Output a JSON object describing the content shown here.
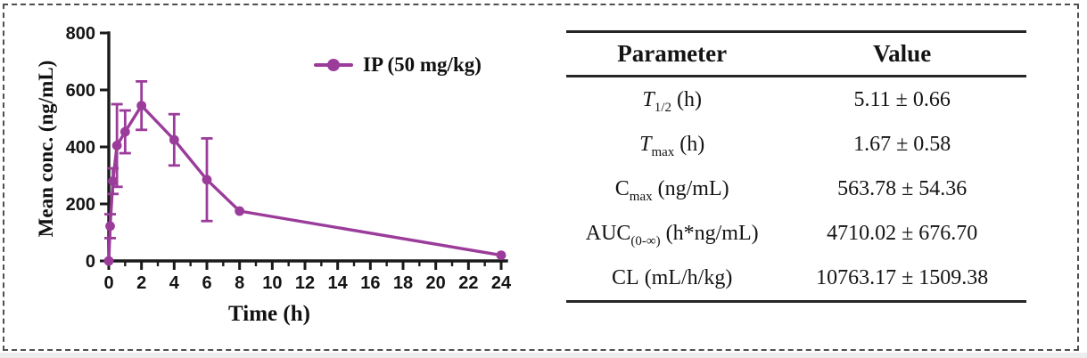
{
  "frame": {
    "border_color": "#4f4f4f",
    "background": "#ffffff"
  },
  "chart_data": {
    "type": "line",
    "title": "",
    "xlabel": "Time (h)",
    "ylabel": "Mean conc. (ng/mL)",
    "xlim": [
      0,
      24
    ],
    "ylim": [
      0,
      800
    ],
    "xticks": [
      0,
      2,
      4,
      6,
      8,
      10,
      12,
      14,
      16,
      18,
      20,
      22,
      24
    ],
    "xticks_minor": [
      1,
      3,
      5,
      7,
      9,
      11,
      13,
      15,
      17,
      19,
      21,
      23
    ],
    "yticks": [
      0,
      200,
      400,
      600,
      800
    ],
    "grid": false,
    "legend_position": "top-right",
    "axis_color": "#1a1a1a",
    "series": [
      {
        "name": "IP (50 mg/kg)",
        "color": "#9B3C9B",
        "marker": "circle",
        "x": [
          0,
          0.083,
          0.25,
          0.5,
          1,
          2,
          4,
          6,
          8,
          24
        ],
        "y": [
          0,
          122,
          280,
          405,
          453,
          545,
          425,
          285,
          175,
          20
        ],
        "yerr": [
          0,
          42,
          45,
          145,
          75,
          85,
          90,
          145,
          0,
          0
        ]
      }
    ]
  },
  "table": {
    "headers": [
      "Parameter",
      "Value"
    ],
    "rows": [
      {
        "pre": "T",
        "sub": "1/2",
        "post": " (h)",
        "value": "5.11 ± 0.66"
      },
      {
        "pre": "T",
        "sub": "max",
        "post": " (h)",
        "value": "1.67 ± 0.58"
      },
      {
        "pre": "C",
        "sub": "max",
        "post": " (ng/mL)",
        "value": "563.78 ± 54.36"
      },
      {
        "pre": "AUC",
        "sub": "(0-∞)",
        "post": " (h*ng/mL)",
        "value": "4710.02 ± 676.70"
      },
      {
        "pre": "CL",
        "sub": "",
        "post": " (mL/h/kg)",
        "value": "10763.17 ± 1509.38"
      }
    ]
  }
}
